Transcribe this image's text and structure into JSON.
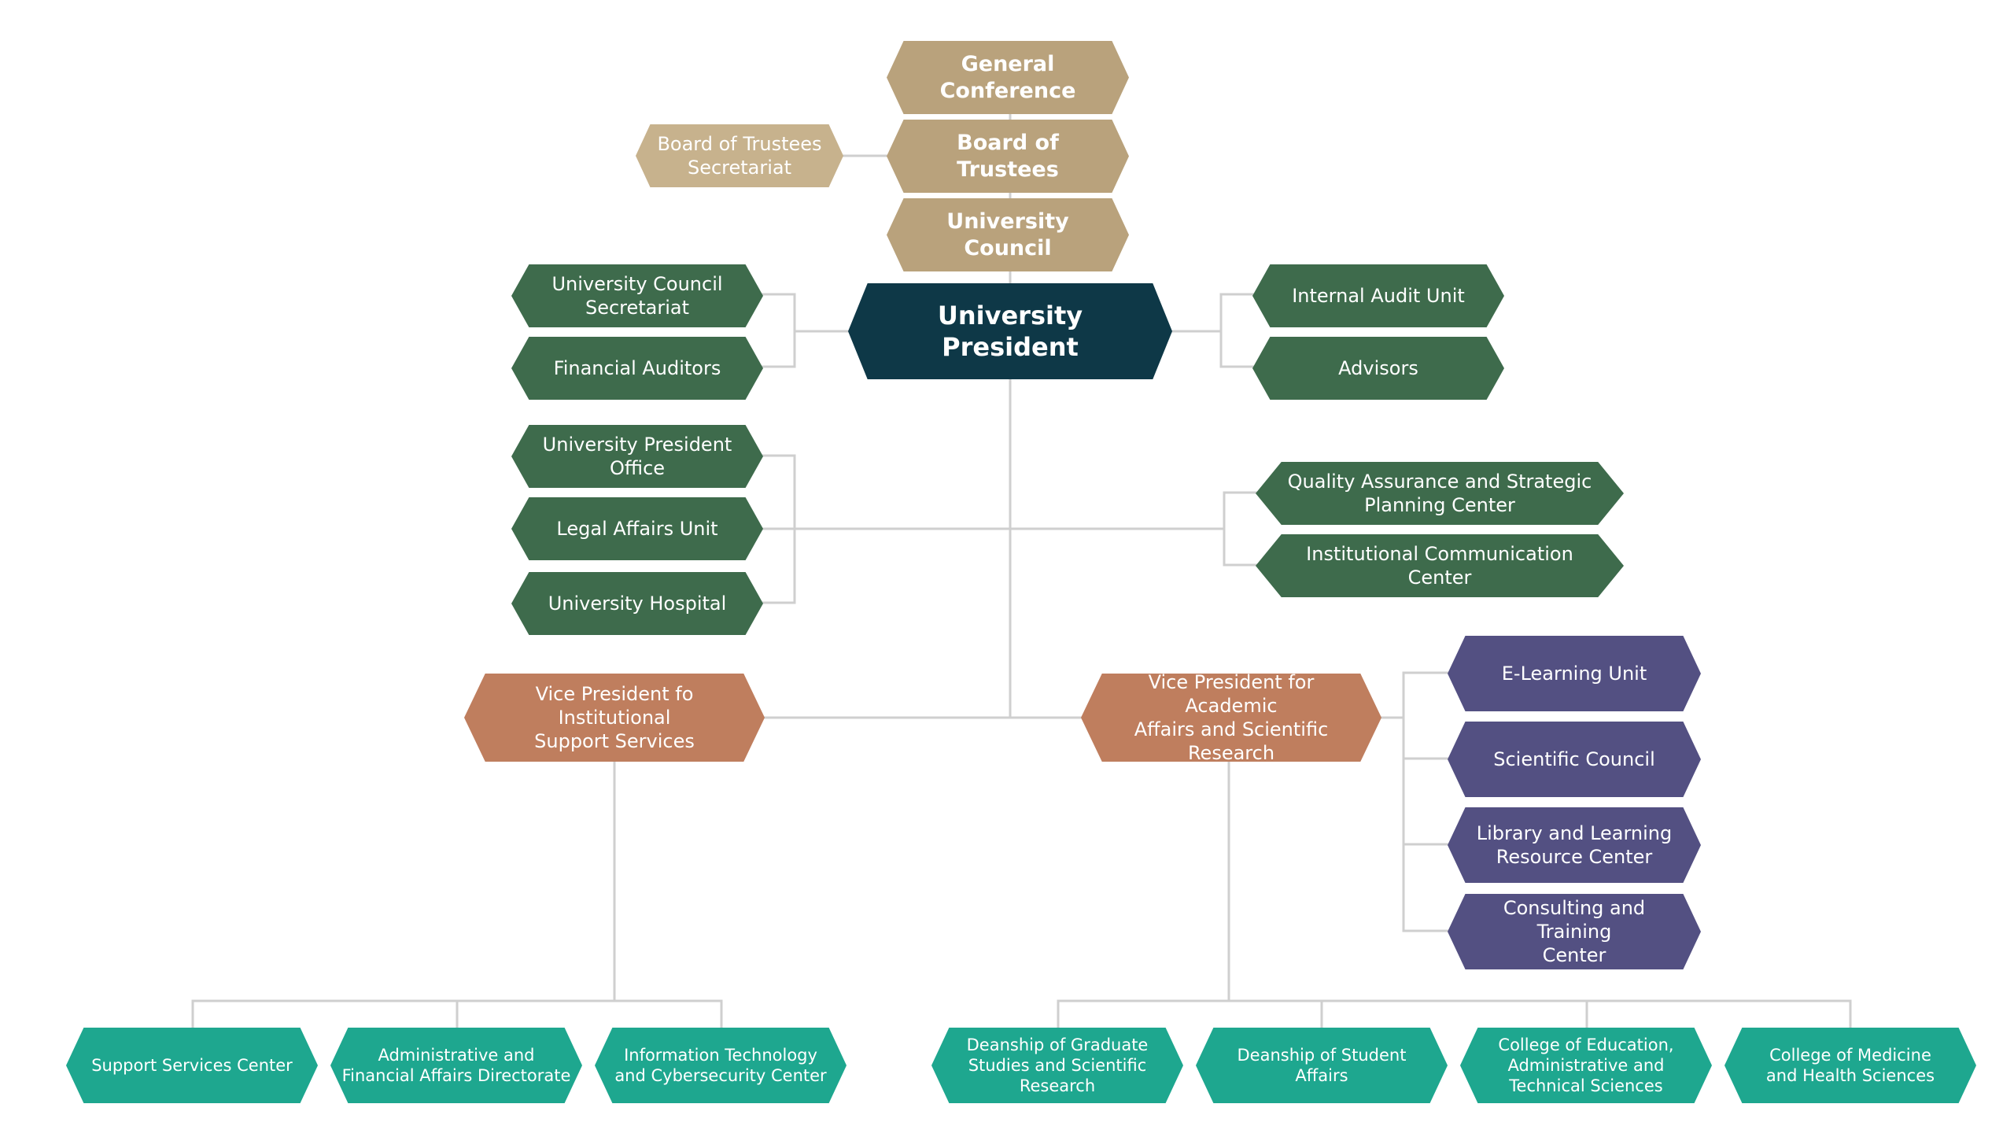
{
  "diagram": {
    "top": {
      "general_conference": "General Conference",
      "board_of_trustees": "Board of Trustees",
      "board_secretariat": "Board of Trustees\nSecretariat",
      "university_council": "University Council"
    },
    "president": "University President",
    "left_upper": {
      "council_secretariat": "University Council\nSecretariat",
      "financial_auditors": "Financial Auditors"
    },
    "right_upper": {
      "internal_audit": "Internal Audit Unit",
      "advisors": "Advisors"
    },
    "left_middle": {
      "president_office": "University President Office",
      "legal_affairs": "Legal Affairs Unit",
      "hospital": "University Hospital"
    },
    "right_middle": {
      "quality_assurance": "Quality Assurance and Strategic\nPlanning Center",
      "institutional_communication": "Institutional Communication Center"
    },
    "vp_institutional": {
      "title": "Vice President fo  Institutional\nSupport Services",
      "units": [
        "Support Services Center",
        "Administrative and\nFinancial Affairs Directorate",
        "Information Technology\nand Cybersecurity Center"
      ]
    },
    "vp_academic": {
      "title": "Vice President for Academic\nAffairs and Scientific Research",
      "side_units": [
        "E-Learning Unit",
        "Scientific Council",
        "Library and Learning\nResource Center",
        "Consulting and Training\nCenter"
      ],
      "units": [
        "Deanship of Graduate\nStudies and Scientific\nResearch",
        "Deanship of Student\nAffairs",
        "College of Education,\nAdministrative and\nTechnical Sciences",
        "College of Medicine\nand Health Sciences"
      ]
    },
    "colors": {
      "gold": "#b9a27c",
      "gold_light": "#c7b28d",
      "navy": "#0e3847",
      "green": "#3e6b4c",
      "rust": "#bf7e5e",
      "purple": "#535082",
      "teal": "#1ea78f",
      "connector": "#cfcfcf"
    }
  }
}
